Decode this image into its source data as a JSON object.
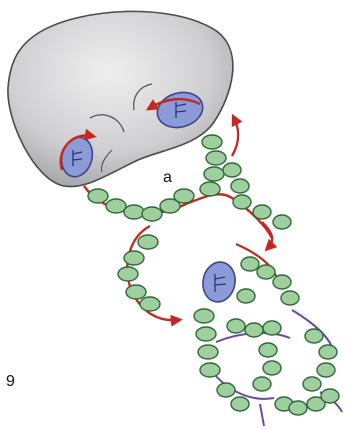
{
  "labels": {
    "a": "a",
    "figure_number": "9"
  },
  "colors": {
    "background": "#ffffff",
    "ribosome_fill": "#d4d4d6",
    "ribosome_stroke": "#4a4a4a",
    "nucleosome_fill": "#8c9ad8",
    "nucleosome_stroke": "#3a4690",
    "bead_fill": "#9fcf9f",
    "bead_stroke": "#2e6a36",
    "arrow": "#c8261e",
    "linker": "#6a4aa8"
  },
  "icons": {
    "large_body": "grey-oval-body",
    "enzyme": "blue-oval-icon",
    "bead": "green-bead-icon",
    "direction": "red-arrow-icon"
  }
}
